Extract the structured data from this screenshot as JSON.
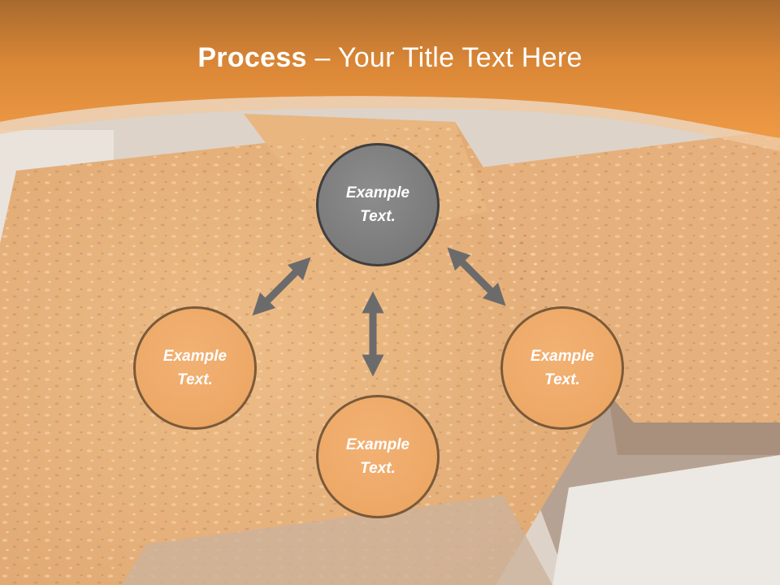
{
  "slide": {
    "title_bold": "Process",
    "title_rest": " – Your Title Text Here",
    "colors": {
      "header_orange": "#e8923a",
      "node_gray": "#808080",
      "node_orange": "#eda866",
      "arrow_gray": "#6b6b6b"
    }
  },
  "diagram": {
    "center": {
      "label": "Example Text."
    },
    "left": {
      "label": "Example Text."
    },
    "bottom": {
      "label": "Example Text."
    },
    "right": {
      "label": "Example Text."
    }
  }
}
